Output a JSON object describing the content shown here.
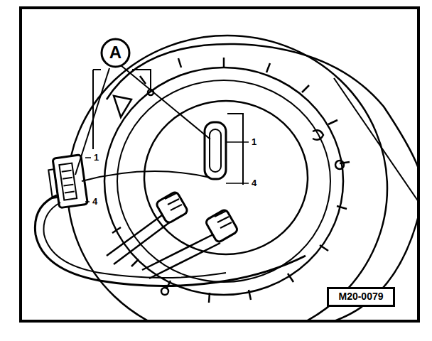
{
  "diagram": {
    "nodes": [
      {
        "text": [
          "A"
        ]
      },
      {
        "text": [
          "M20-0079"
        ]
      }
    ],
    "labels": [
      "1",
      "4",
      "1",
      "4"
    ]
  }
}
